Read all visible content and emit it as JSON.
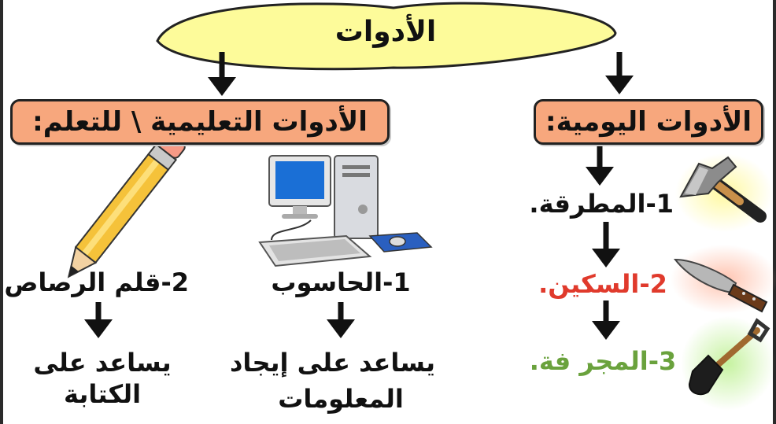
{
  "root": {
    "label": "الأدوات"
  },
  "left_branch": {
    "label": "الأدوات التعليمية \\ للتعلم:"
  },
  "right_branch": {
    "label": "الأدوات اليومية:"
  },
  "daily_tools": [
    {
      "label": "1-المطرقة.",
      "color": "#111111",
      "icon": "hammer-icon"
    },
    {
      "label": "2-السكين.",
      "color": "#e03a2c",
      "icon": "knife-icon"
    },
    {
      "label": "3-المجر فة.",
      "color": "#6aa23d",
      "icon": "shovel-icon"
    }
  ],
  "learning_tools": [
    {
      "label": "1-الحاسوب",
      "description": [
        "يساعد على إيجاد",
        "المعلومات"
      ],
      "icon": "computer-icon"
    },
    {
      "label": "2-قلم الرصاص",
      "description": [
        "يساعد على",
        "الكتابة"
      ],
      "icon": "pencil-icon"
    }
  ],
  "colors": {
    "cloud": "#fdfb9a",
    "banner": "#f7a77d",
    "accent_red": "#e03a2c",
    "accent_green": "#6aa23d"
  }
}
